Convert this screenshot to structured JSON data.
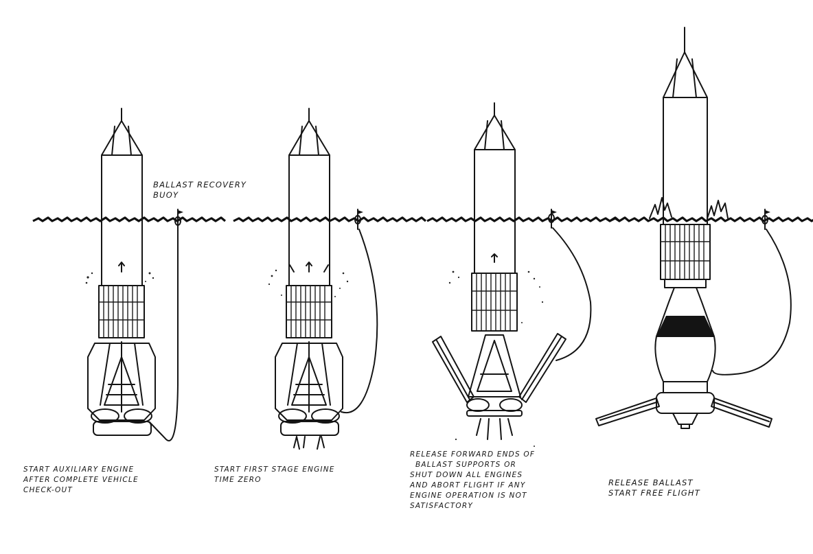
{
  "diagram": {
    "callout": {
      "line1": "BALLAST RECOVERY",
      "line2": "BUOY"
    },
    "stages": [
      {
        "caption_lines": [
          "START AUXILIARY ENGINE",
          "AFTER COMPLETE VEHICLE",
          "CHECK-OUT"
        ]
      },
      {
        "caption_lines": [
          "START FIRST STAGE ENGINE",
          "TIME  ZERO"
        ]
      },
      {
        "caption_lines": [
          "RELEASE FORWARD ENDS OF",
          "BALLAST SUPPORTS  OR",
          "SHUT DOWN  ALL ENGINES",
          "AND ABORT FLIGHT IF ANY",
          "ENGINE OPERATION  IS NOT",
          "SATISFACTORY"
        ]
      },
      {
        "caption_lines": [
          "RELEASE  BALLAST",
          "START FREE FLIGHT"
        ]
      }
    ],
    "colors": {
      "ink": "#141414",
      "paper": "#ffffff"
    }
  }
}
